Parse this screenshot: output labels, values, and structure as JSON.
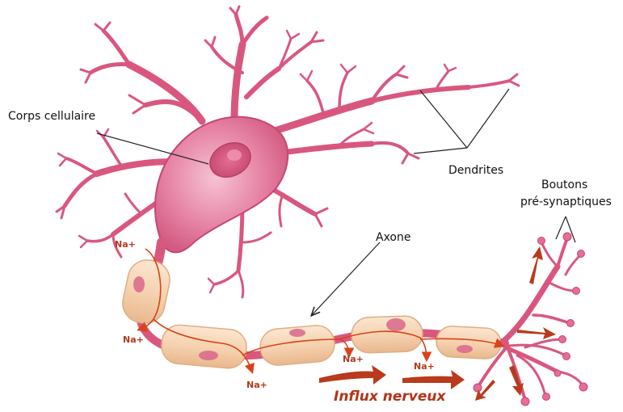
{
  "labels": {
    "corps": "Corps cellulaire",
    "dendrites": "Dendrites",
    "axone": "Axone",
    "boutons_line1": "Boutons",
    "boutons_line2": "pré-synaptiques",
    "influx": "Influx nerveux"
  },
  "ions": [
    "Na+",
    "Na+",
    "Na+",
    "Na+",
    "Na+"
  ],
  "colors": {
    "neuron": "#d9577f",
    "neuron_dark": "#b03a63",
    "neuron_light": "#f0a7bf",
    "myelin": "#f7d6b6",
    "myelin_edge": "#e3b48c",
    "current": "#d8431b",
    "influx_arrow": "#b93a1c",
    "line": "#222222"
  }
}
